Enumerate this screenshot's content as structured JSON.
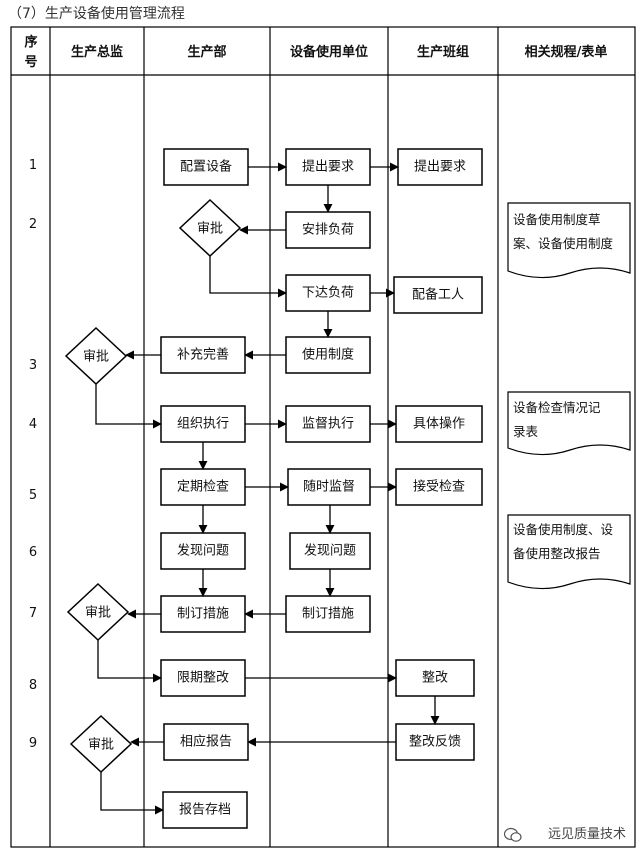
{
  "title": "（7）生产设备使用管理流程",
  "columns": {
    "seq": [
      "序",
      "号"
    ],
    "director": "生产总监",
    "prod_dept": "生产部",
    "user_unit": "设备使用单位",
    "team": "生产班组",
    "rules": "相关规程/表单"
  },
  "rows": [
    "1",
    "2",
    "3",
    "4",
    "5",
    "6",
    "7",
    "8",
    "9"
  ],
  "nodes": {
    "pd_config": "配置设备",
    "uu_request": "提出要求",
    "tm_request": "提出要求",
    "pd_approve1": "审批",
    "uu_arrange": "安排负荷",
    "uu_issue": "下达负荷",
    "tm_staff": "配备工人",
    "uu_system": "使用制度",
    "pd_supplement": "补充完善",
    "dir_approve1": "审批",
    "pd_organize": "组织执行",
    "uu_supervise": "监督执行",
    "tm_operate": "具体操作",
    "pd_inspect": "定期检查",
    "uu_random": "随时监督",
    "tm_accept": "接受检查",
    "pd_find": "发现问题",
    "uu_find": "发现问题",
    "pd_measures": "制订措施",
    "uu_measures": "制订措施",
    "dir_approve2": "审批",
    "pd_deadline": "限期整改",
    "tm_rectify": "整改",
    "tm_feedback": "整改反馈",
    "pd_report": "相应报告",
    "dir_approve3": "审批",
    "pd_archive": "报告存档"
  },
  "documents": {
    "doc1": [
      "设备使用制度草",
      "案、设备使用制度"
    ],
    "doc2": [
      "设备检查情况记",
      "录表"
    ],
    "doc3": [
      "设备使用制度、设",
      "备使用整改报告"
    ]
  },
  "watermark": "远见质量技术"
}
